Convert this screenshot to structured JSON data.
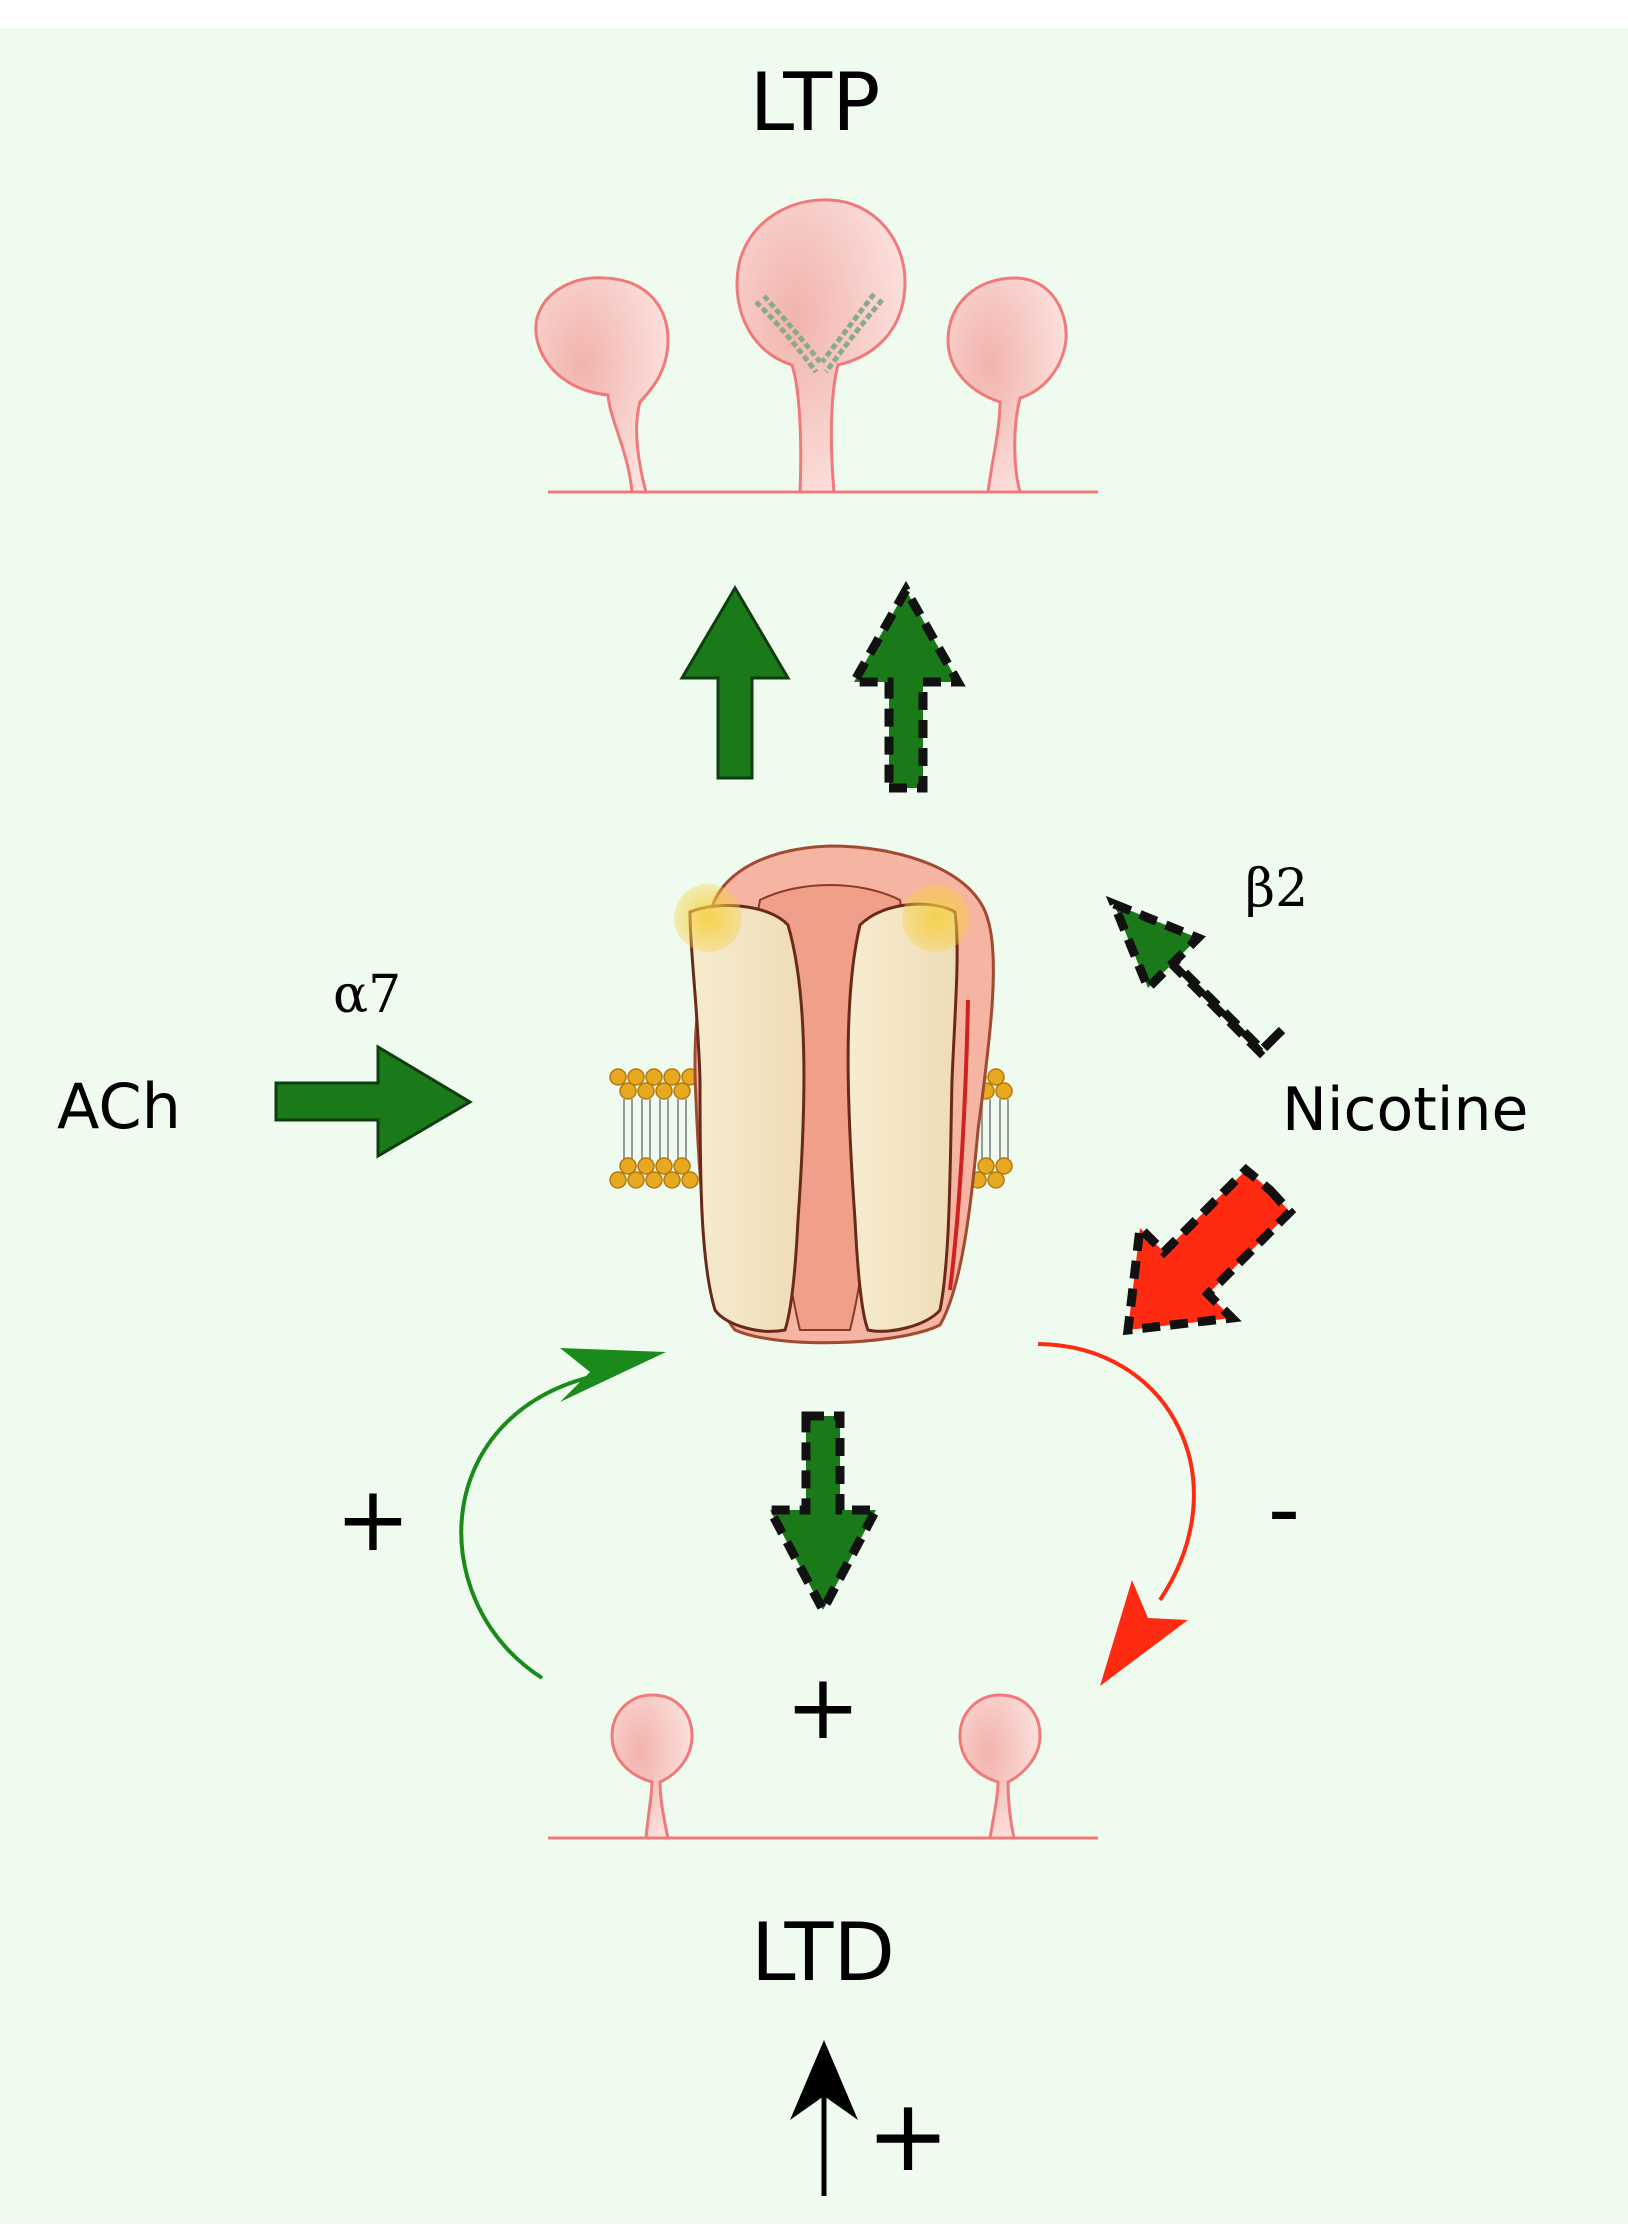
{
  "labels": {
    "ltp": "LTP",
    "ltd": "LTD",
    "ach": "ACh",
    "alpha7": "α7",
    "beta2": "β2",
    "nicotine": "Nicotine",
    "plus_left": "+",
    "minus_right": "-",
    "plus_center": "+",
    "plus_bottom": "+"
  },
  "colors": {
    "background": "#f0fbf0",
    "green_arrow": "#1a7a1a",
    "red_arrow": "#ff2a12",
    "spine_stroke": "#f08080",
    "spine_fill": "#fbd0cc",
    "black": "#000000"
  }
}
